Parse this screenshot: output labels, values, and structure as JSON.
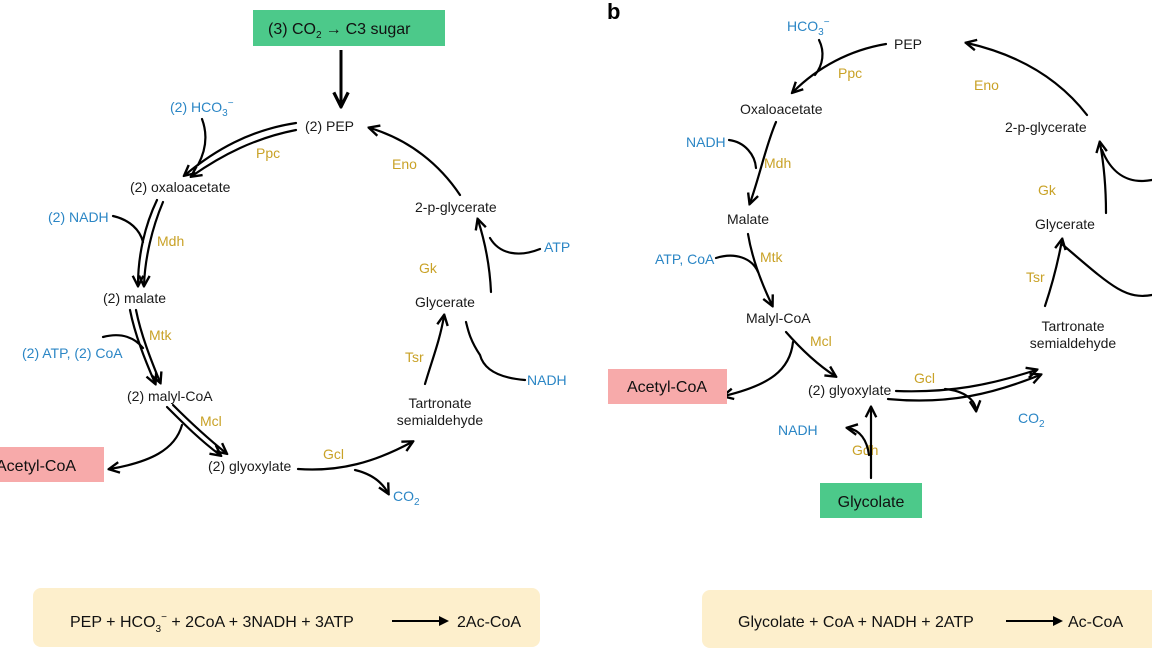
{
  "colors": {
    "metabolite": "#1a1a1a",
    "cofactor": "#2b86c5",
    "enzyme": "#c9a227",
    "input_box": "#4cc98a",
    "output_box": "#f7aaaa",
    "equation_box": "#fdefcc"
  },
  "panel_a": {
    "input_box": {
      "prefix": "(3) CO",
      "sub": "2",
      "arrow": "→",
      "suffix": "C3 sugar"
    },
    "output_box": "Acetyl-CoA",
    "metabolites": {
      "pep": "(2) PEP",
      "oxaloacetate": "(2) oxaloacetate",
      "malate": "(2) malate",
      "malyl_coa": "(2) malyl-CoA",
      "glyoxylate": "(2) glyoxylate",
      "tartronate_1": "Tartronate",
      "tartronate_2": "semialdehyde",
      "glycerate": "Glycerate",
      "p_glycerate": "2-p-glycerate"
    },
    "cofactors": {
      "hco3": {
        "prefix": "(2) HCO",
        "sub": "3",
        "sup": "−"
      },
      "nadh_mdh": "(2) NADH",
      "atp_coa": "(2) ATP, (2) CoA",
      "co2": {
        "prefix": "CO",
        "sub": "2"
      },
      "nadh_tsr": "NADH",
      "atp_gk": "ATP"
    },
    "enzymes": {
      "ppc": "Ppc",
      "mdh": "Mdh",
      "mtk": "Mtk",
      "mcl": "Mcl",
      "gcl": "Gcl",
      "tsr": "Tsr",
      "gk": "Gk",
      "eno": "Eno"
    },
    "equation": {
      "lhs_1": "PEP + HCO",
      "lhs_sub": "3",
      "lhs_sup": "−",
      "lhs_2": " + 2CoA + 3NADH + 3ATP",
      "rhs": "2Ac-CoA"
    }
  },
  "panel_b": {
    "label": "b",
    "input_box": "Glycolate",
    "output_box": "Acetyl-CoA",
    "metabolites": {
      "pep": "PEP",
      "oxaloacetate": "Oxaloacetate",
      "malate": "Malate",
      "malyl_coa": "Malyl-CoA",
      "glyoxylate": "(2) glyoxylate",
      "tartronate_1": "Tartronate",
      "tartronate_2": "semialdehyde",
      "glycerate": "Glycerate",
      "p_glycerate": "2-p-glycerate"
    },
    "cofactors": {
      "hco3": {
        "prefix": "HCO",
        "sub": "3",
        "sup": "−"
      },
      "nadh_mdh": "NADH",
      "atp_coa": "ATP, CoA",
      "co2": {
        "prefix": "CO",
        "sub": "2"
      },
      "nadh_gdh": "NADH"
    },
    "enzymes": {
      "ppc": "Ppc",
      "mdh": "Mdh",
      "mtk": "Mtk",
      "mcl": "Mcl",
      "gcl": "Gcl",
      "tsr": "Tsr",
      "gk": "Gk",
      "eno": "Eno",
      "gdh": "Gdh"
    },
    "equation": {
      "lhs": "Glycolate + CoA + NADH + 2ATP",
      "rhs": "Ac-CoA"
    }
  }
}
